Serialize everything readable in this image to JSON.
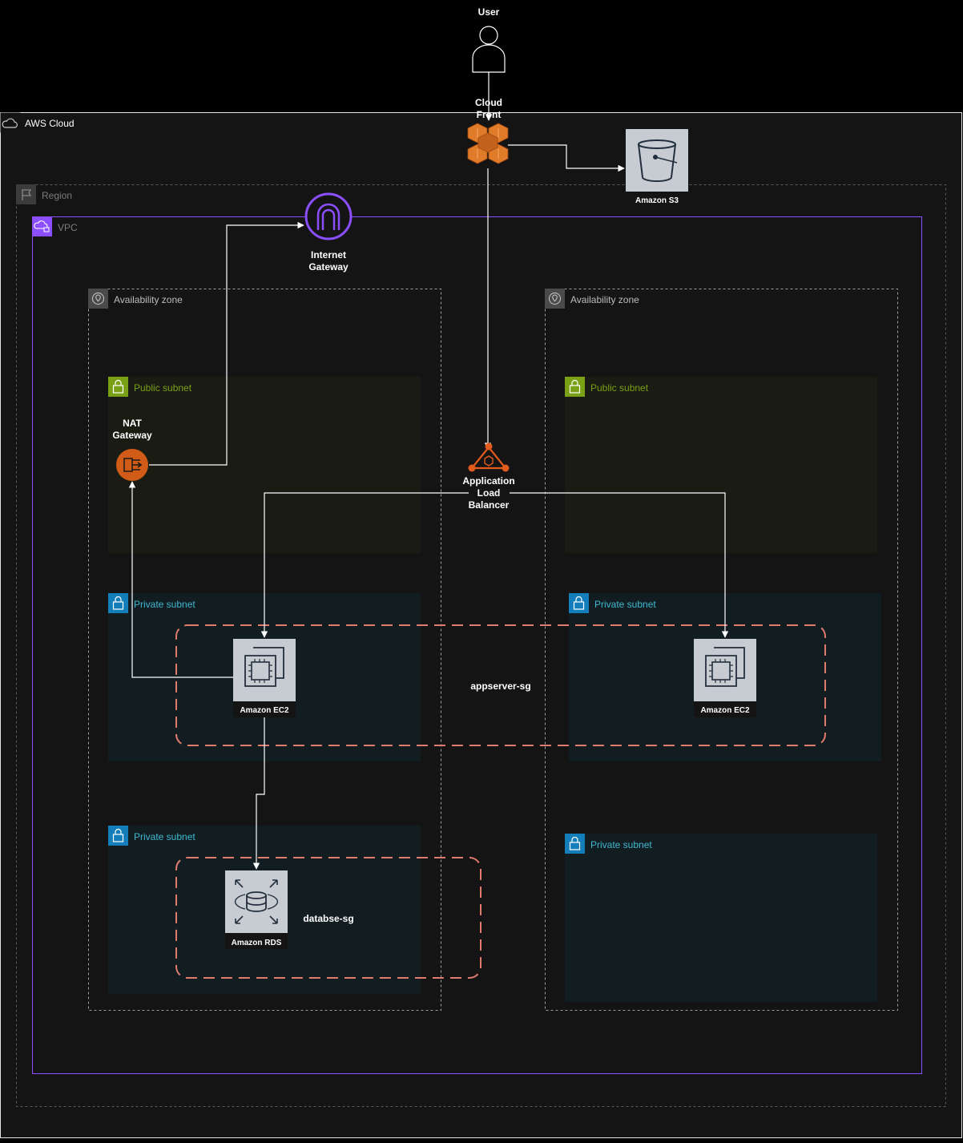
{
  "user": {
    "label": "User"
  },
  "cloud": {
    "label": "AWS Cloud"
  },
  "region": {
    "label": "Region"
  },
  "vpc": {
    "label": "VPC"
  },
  "az_left": {
    "label": "Availability zone"
  },
  "az_right": {
    "label": "Availability zone"
  },
  "subnets": {
    "public_left": "Public subnet",
    "public_right": "Public subnet",
    "private_app_left": "Private subnet",
    "private_app_right": "Private subnet",
    "private_db_left": "Private subnet",
    "private_db_right": "Private subnet"
  },
  "nodes": {
    "cloudfront": [
      "Cloud",
      "Front"
    ],
    "s3": "Amazon S3",
    "igw": [
      "Internet",
      "Gateway"
    ],
    "nat": [
      "NAT",
      "Gateway"
    ],
    "alb": [
      "Application",
      "Load",
      "Balancer"
    ],
    "ec2_left": "Amazon EC2",
    "ec2_right": "Amazon EC2",
    "rds": "Amazon RDS"
  },
  "security_groups": {
    "app": "appserver-sg",
    "db": "databse-sg"
  },
  "colors": {
    "background": "#000000",
    "panel": "#141414",
    "vpc_border": "#8c4fff",
    "public_subnet_label": "#7aa116",
    "private_subnet_label": "#3fb8d0",
    "sg_border": "#e07b6f",
    "service_box": "#c6ccd2",
    "cloudfront": "#e07b2a",
    "igw": "#8c4fff",
    "nat": "#d05c17",
    "alb": "#e25a1c"
  }
}
